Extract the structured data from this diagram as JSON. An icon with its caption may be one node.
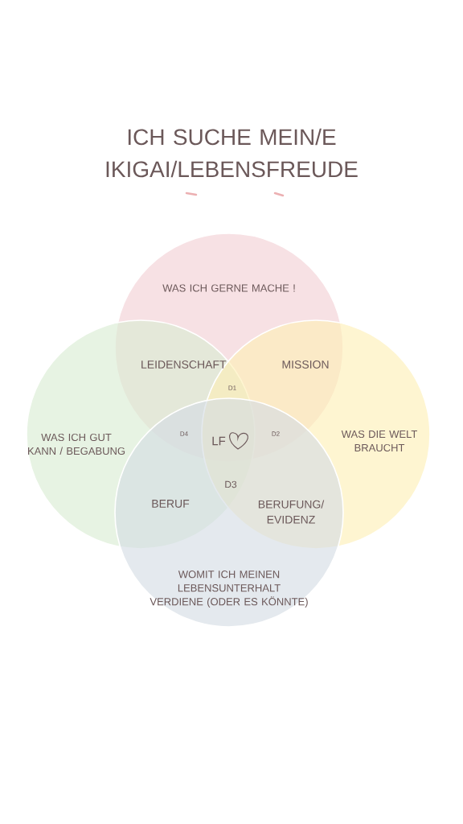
{
  "diagram": {
    "title": "ICH SUCHE MEIN/E IKIGAI/LEBENSFREUDE",
    "nodes": [
      {
        "text": [
          "WAS ICH GERNE MACHE !"
        ]
      },
      {
        "text": [
          "WAS ICH GUT KANN / BEGABUNG"
        ]
      },
      {
        "text": [
          "WAS DIE WELT BRAUCHT"
        ]
      },
      {
        "text": [
          "WOMIT ICH MEINEN LEBENSUNTERHALT VERDIENE (ODER ES KÖNNTE)"
        ]
      }
    ],
    "edges": [],
    "labels": [
      "LEIDENSCHAFT",
      "MISSION",
      "D1",
      "D4",
      "LF",
      "D2",
      "D3",
      "BERUF",
      "BERUFUNG/ EVIDENZ"
    ]
  }
}
